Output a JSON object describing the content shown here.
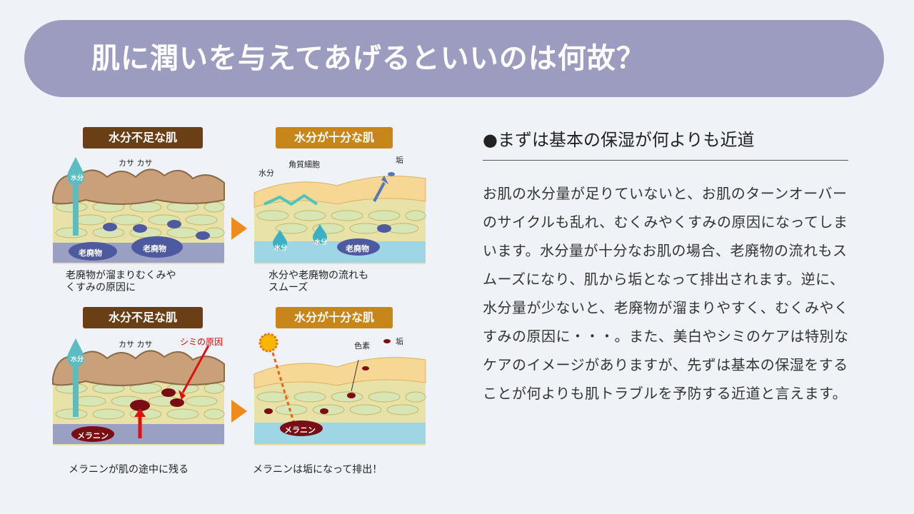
{
  "title": "肌に潤いを与えてあげるといいのは何故？",
  "figure": {
    "panel_top_left": {
      "label": "水分不足な肌",
      "tag_dry": "カサ カサ",
      "drop": "水分",
      "blob": "老廃物",
      "caption": "老廃物が溜まりむくみや\nくすみの原因に"
    },
    "panel_top_right": {
      "label": "水分が十分な肌",
      "tag_water": "水分",
      "tag_cell": "角質細胞",
      "tag_dirt": "垢",
      "drop": "水分",
      "blob": "老廃物",
      "caption": "水分や老廃物の流れも\nスムーズ"
    },
    "panel_bottom_left": {
      "label": "水分不足な肌",
      "tag_dry": "カサ カサ",
      "tag_spot": "シミの原因",
      "drop": "水分",
      "blob": "メラニン",
      "caption": "メラニンが肌の途中に残る"
    },
    "panel_bottom_right": {
      "label": "水分が十分な肌",
      "tag_pigment": "色素",
      "tag_dirt": "垢",
      "blob": "メラニン",
      "caption": "メラニンは垢になって排出！"
    }
  },
  "section": {
    "heading": "●まずは基本の保湿が何よりも近道",
    "body": "お肌の水分量が足りていないと、お肌のターンオーバーのサイクルも乱れ、むくみやくすみの原因になってしまいます。水分量が十分なお肌の場合、老廃物の流れもスムーズになり、肌から垢となって排出されます。逆に、水分量が少ないと、老廃物が溜まりやすく、むくみやくすみの原因に・・・。また、美白やシミのケアは特別なケアのイメージがありますが、先ずは基本の保湿をすることが何よりも肌トラブルを予防する近道と言えます。"
  },
  "colors": {
    "banner": "#9c9bc0",
    "label_dark": "#6b3f16",
    "label_gold": "#c8861a",
    "arrow": "#f08a1c",
    "spot_red": "#dd0000"
  }
}
